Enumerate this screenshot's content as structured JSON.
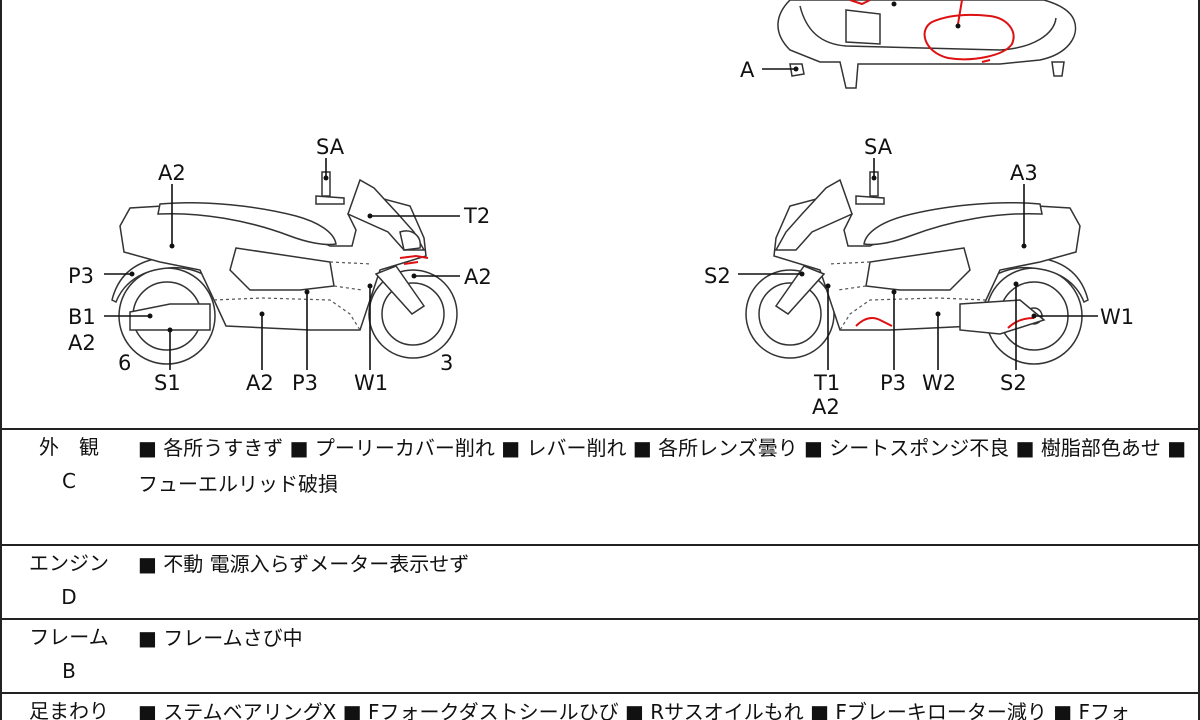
{
  "diagram": {
    "top_label": "A",
    "left_view": {
      "labels": [
        "SA",
        "A2",
        "T2",
        "P3",
        "A2",
        "B1",
        "A2",
        "6",
        "S1",
        "A2",
        "P3",
        "W1",
        "3"
      ]
    },
    "right_view": {
      "labels": [
        "SA",
        "A3",
        "S2",
        "W1",
        "T1",
        "A2",
        "P3",
        "W2",
        "S2"
      ]
    }
  },
  "rows": [
    {
      "name": "外　観",
      "grade": "C",
      "text": "■ 各所うすきず ■ プーリーカバー削れ ■ レバー削れ ■ 各所レンズ曇り ■ シートスポンジ不良 ■ 樹脂部色あせ ■ フューエルリッド破損"
    },
    {
      "name": "エンジン",
      "grade": "D",
      "text": "■ 不動 電源入らずメーター表示せず"
    },
    {
      "name": "フレーム",
      "grade": "B",
      "text": "■ フレームさび中"
    },
    {
      "name": "足まわり",
      "grade": "",
      "text": "■ ステムベアリングX ■ Fフォークダストシールひび ■ Rサスオイルもれ ■ Fブレーキローター減り ■ Fフォ"
    }
  ]
}
